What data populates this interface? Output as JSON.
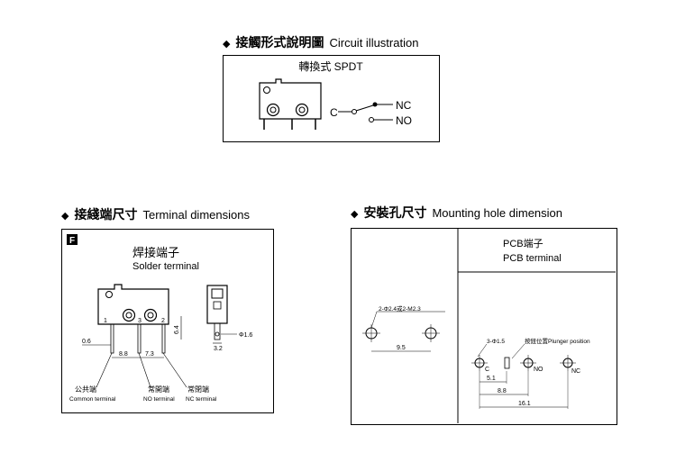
{
  "circuit": {
    "header_zh": "接觸形式說明圖",
    "header_en": "Circuit illustration",
    "title": "轉換式 SPDT",
    "label_c": "C",
    "label_nc": "NC",
    "label_no": "NO"
  },
  "terminal": {
    "header_zh": "接綫端尺寸",
    "header_en": "Terminal dimensions",
    "badge": "F",
    "title_zh": "焊接端子",
    "title_en": "Solder terminal",
    "pin1": "1",
    "pin2": "2",
    "pin3": "3",
    "dim_06": "0.6",
    "dim_88": "8.8",
    "dim_73": "7.3",
    "dim_64": "6.4",
    "dim_phi16": "Φ1.6",
    "dim_32": "3.2",
    "common_zh": "公共端",
    "common_en": "Common terminal",
    "no_zh": "常開端",
    "no_en": "NO terminal",
    "nc_zh": "常閉端",
    "nc_en": "NC terminal"
  },
  "mounting": {
    "header_zh": "安裝孔尺寸",
    "header_en": "Mounting hole dimension",
    "pcb_zh": "PCB端子",
    "pcb_en": "PCB terminal",
    "hole_note": "2-Φ2.4或2-M2.3",
    "dim_95": "9.5",
    "pin_note": "3-Φ1.5",
    "plunger_note": "按鈕位置Plunger position",
    "label_c": "C",
    "label_no": "NO",
    "label_nc": "NC",
    "dim_51": "5.1",
    "dim_88": "8.8",
    "dim_161": "16.1"
  }
}
